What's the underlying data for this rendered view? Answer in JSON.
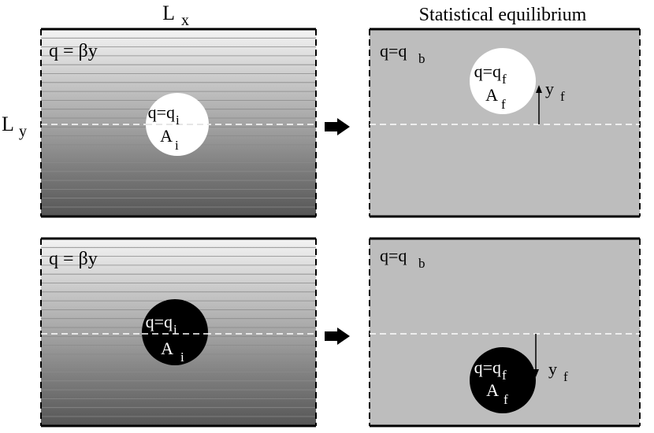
{
  "header": {
    "lx_main": "L",
    "lx_sub": "x",
    "right_title": "Statistical equilibrium"
  },
  "side": {
    "ly_main": "L",
    "ly_sub": "y"
  },
  "top_left": {
    "profile": "q = βy",
    "blob_q_main": "q=q",
    "blob_q_sub": "i",
    "blob_a_main": "A",
    "blob_a_sub": "i"
  },
  "top_right": {
    "background": "q=q",
    "background_sub": "b",
    "blob_q_main": "q=q",
    "blob_q_sub": "f",
    "blob_a_main": "A",
    "blob_a_sub": "f",
    "disp_main": "y",
    "disp_sub": "f"
  },
  "bottom_left": {
    "profile": "q = βy",
    "blob_q_main": "q=q",
    "blob_q_sub": "i",
    "blob_a_main": "A",
    "blob_a_sub": "i"
  },
  "bottom_right": {
    "background": "q=q",
    "background_sub": "b",
    "blob_q_main": "q=q",
    "blob_q_sub": "f",
    "blob_a_main": "A",
    "blob_a_sub": "f",
    "disp_main": "y",
    "disp_sub": "f"
  },
  "colors": {
    "equilibrium_fill": "#bdbdbd",
    "gradient_top": "#f4f4f4",
    "gradient_bottom": "#555555",
    "light_blob": "#ffffff",
    "dark_blob": "#000000"
  }
}
